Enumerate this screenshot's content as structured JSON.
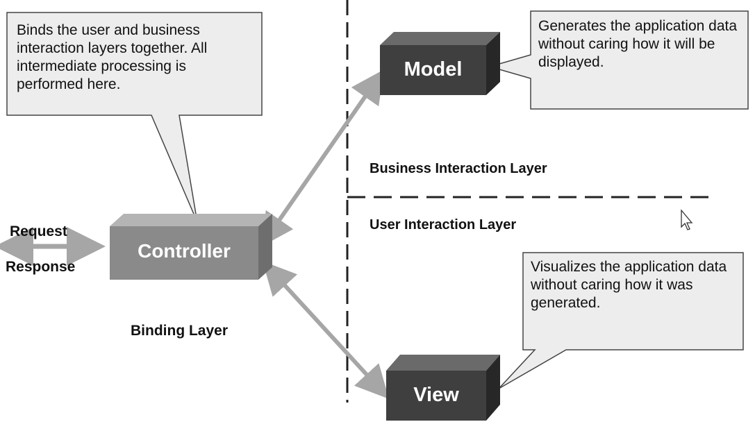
{
  "diagram": {
    "controller": {
      "label": "Controller"
    },
    "model": {
      "label": "Model"
    },
    "view": {
      "label": "View"
    },
    "callouts": {
      "controller": "Binds the user and business interaction layers together. All intermediate processing is performed here.",
      "model": "Generates the application data without caring how it will be displayed.",
      "view": "Visualizes the application data without caring how it was generated."
    },
    "layers": {
      "binding": "Binding Layer",
      "business": "Business Interaction Layer",
      "user": "User Interaction Layer"
    },
    "io": {
      "request": "Request",
      "response": "Response"
    }
  },
  "colors": {
    "controller_box": "#8a8a8a",
    "dark_box": "#3f3f3f",
    "callout_fill": "#ededed",
    "arrow": "#a6a6a6"
  }
}
